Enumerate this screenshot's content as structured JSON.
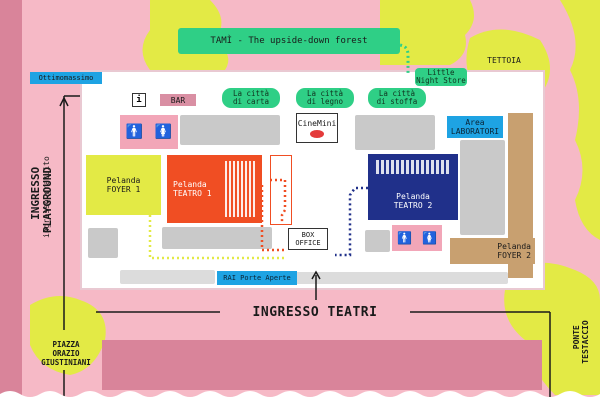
{
  "colors": {
    "background": "#f6b9c6",
    "outer_strip": "#d9849a",
    "yellow_green": "#e3ea45",
    "green": "#2fcf86",
    "orange_red": "#f04e23",
    "navy": "#20308a",
    "blue": "#1ea3e3",
    "tan": "#c8a070"
  },
  "labels": {
    "forest": "TAMÌ - The upside-down forest",
    "tettoia": "TETTOIA",
    "ottimomassimo": "Ottimomassimo",
    "little_night_store": "Little\nNight Store",
    "info": "i",
    "bar": "BAR",
    "citta_carta": "La città\ndi carta",
    "citta_legno": "La città\ndi legno",
    "citta_stoffa": "La città\ndi stoffa",
    "cinemini": "CineMini",
    "area_laboratori": "Area\nLABORATORI",
    "pelanda_foyer1": "Pelanda\nFOYER 1",
    "pelanda_teatro1": "Pelanda\nTEATRO 1",
    "pelanda_teatro2": "Pelanda\nTEATRO 2",
    "box_office": "BOX\nOFFICE",
    "pelanda_foyer2": "Pelanda\nFOYER 2",
    "rai_porte_aperte": "RAI Porte Aperte",
    "ingresso_teatri": "INGRESSO TEATRI",
    "ingresso_playground": "INGRESSO\nPLAYGROUND",
    "ingresso_gratuito": "ingresso gratuito",
    "piazza": "PIAZZA\nORAZIO\nGIUSTINIANI",
    "ponte": "PONTE\nTESTACCIO"
  }
}
